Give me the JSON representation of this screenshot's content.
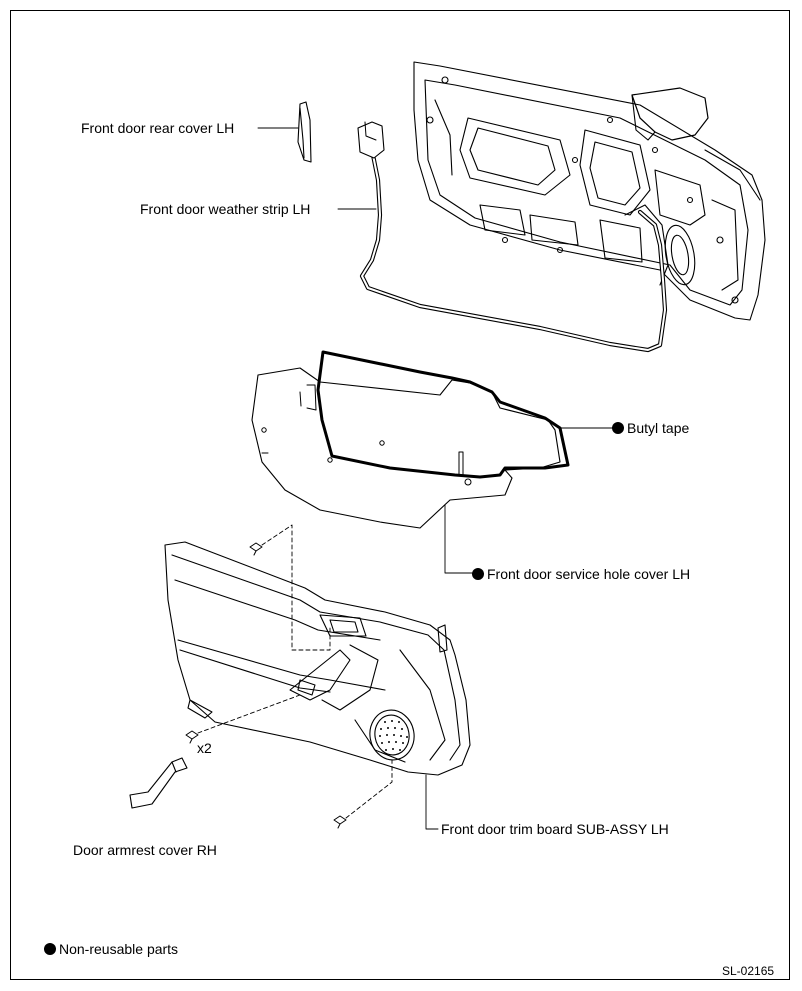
{
  "labels": {
    "rear_cover": "Front door rear cover LH",
    "weather_strip": "Front door weather strip LH",
    "butyl_tape": "Butyl tape",
    "service_hole_cover": "Front door service hole cover LH",
    "trim_board": "Front door trim board SUB-ASSY LH",
    "armrest_cover": "Door armrest cover RH",
    "clip_qty": "x2"
  },
  "legend": {
    "non_reusable": "Non-reusable parts"
  },
  "figure_code": "SL-02165",
  "colors": {
    "line": "#000000",
    "background": "#ffffff"
  }
}
